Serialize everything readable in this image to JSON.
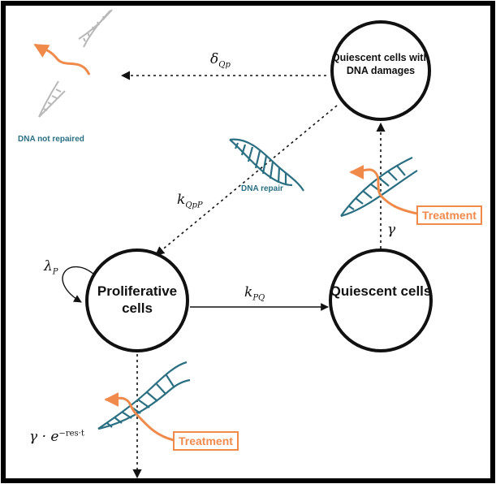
{
  "nodes": {
    "quiescent_damaged": "Quiescent cells with DNA damages",
    "proliferative": "Proliferative cells",
    "quiescent": "Quiescent cells"
  },
  "rates": {
    "delta_base": "δ",
    "delta_sub": "Qp",
    "kqpp_base": "k",
    "kqpp_sub": "QpP",
    "lambda_base": "λ",
    "lambda_sub": "P",
    "kpq_base": "k",
    "kpq_sub": "PQ",
    "gamma": "γ",
    "gamma_res_base": "γ · e",
    "gamma_res_exp": "−res·t"
  },
  "labels": {
    "dna_not_repaired": "DNA not repaired",
    "dna_repair": "DNA repair",
    "treatment_right": "Treatment",
    "treatment_bottom": "Treatment"
  },
  "colors": {
    "dna_teal": "#2a6f82",
    "dna_gray": "#b8b8b8",
    "treatment_orange": "#f08a4b",
    "frame": "#000000"
  }
}
